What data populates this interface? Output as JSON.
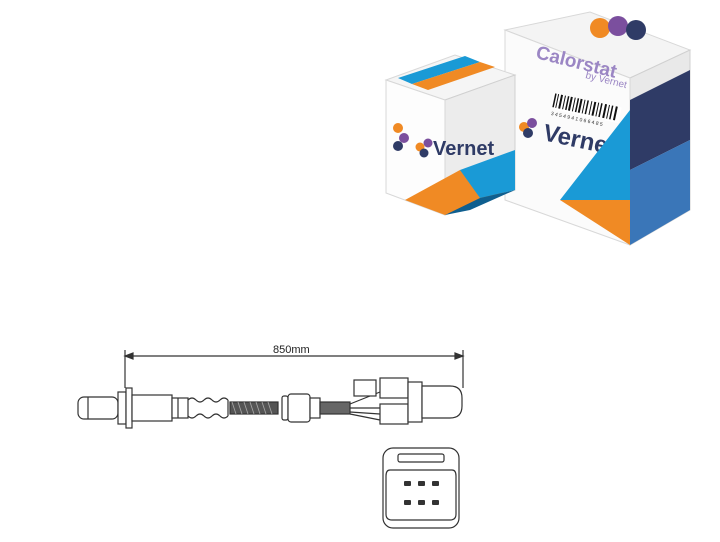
{
  "packaging": {
    "brand_small_box": "Vernet",
    "brand_large_box": "Vernet",
    "sub_brand": "Calorstat",
    "sub_brand_tagline": "by Vernet",
    "barcode_digits": "3 4 5 4 9 4 1 0 6 6 4 8 5"
  },
  "drawing": {
    "dimension_label": "850mm",
    "connector_pins": 6
  },
  "colors": {
    "orange": "#f08a24",
    "blue": "#1a9ad6",
    "dark_blue": "#0f5f8f",
    "purple": "#7b4f9e",
    "navy": "#2f3b66",
    "line": "#333333"
  }
}
